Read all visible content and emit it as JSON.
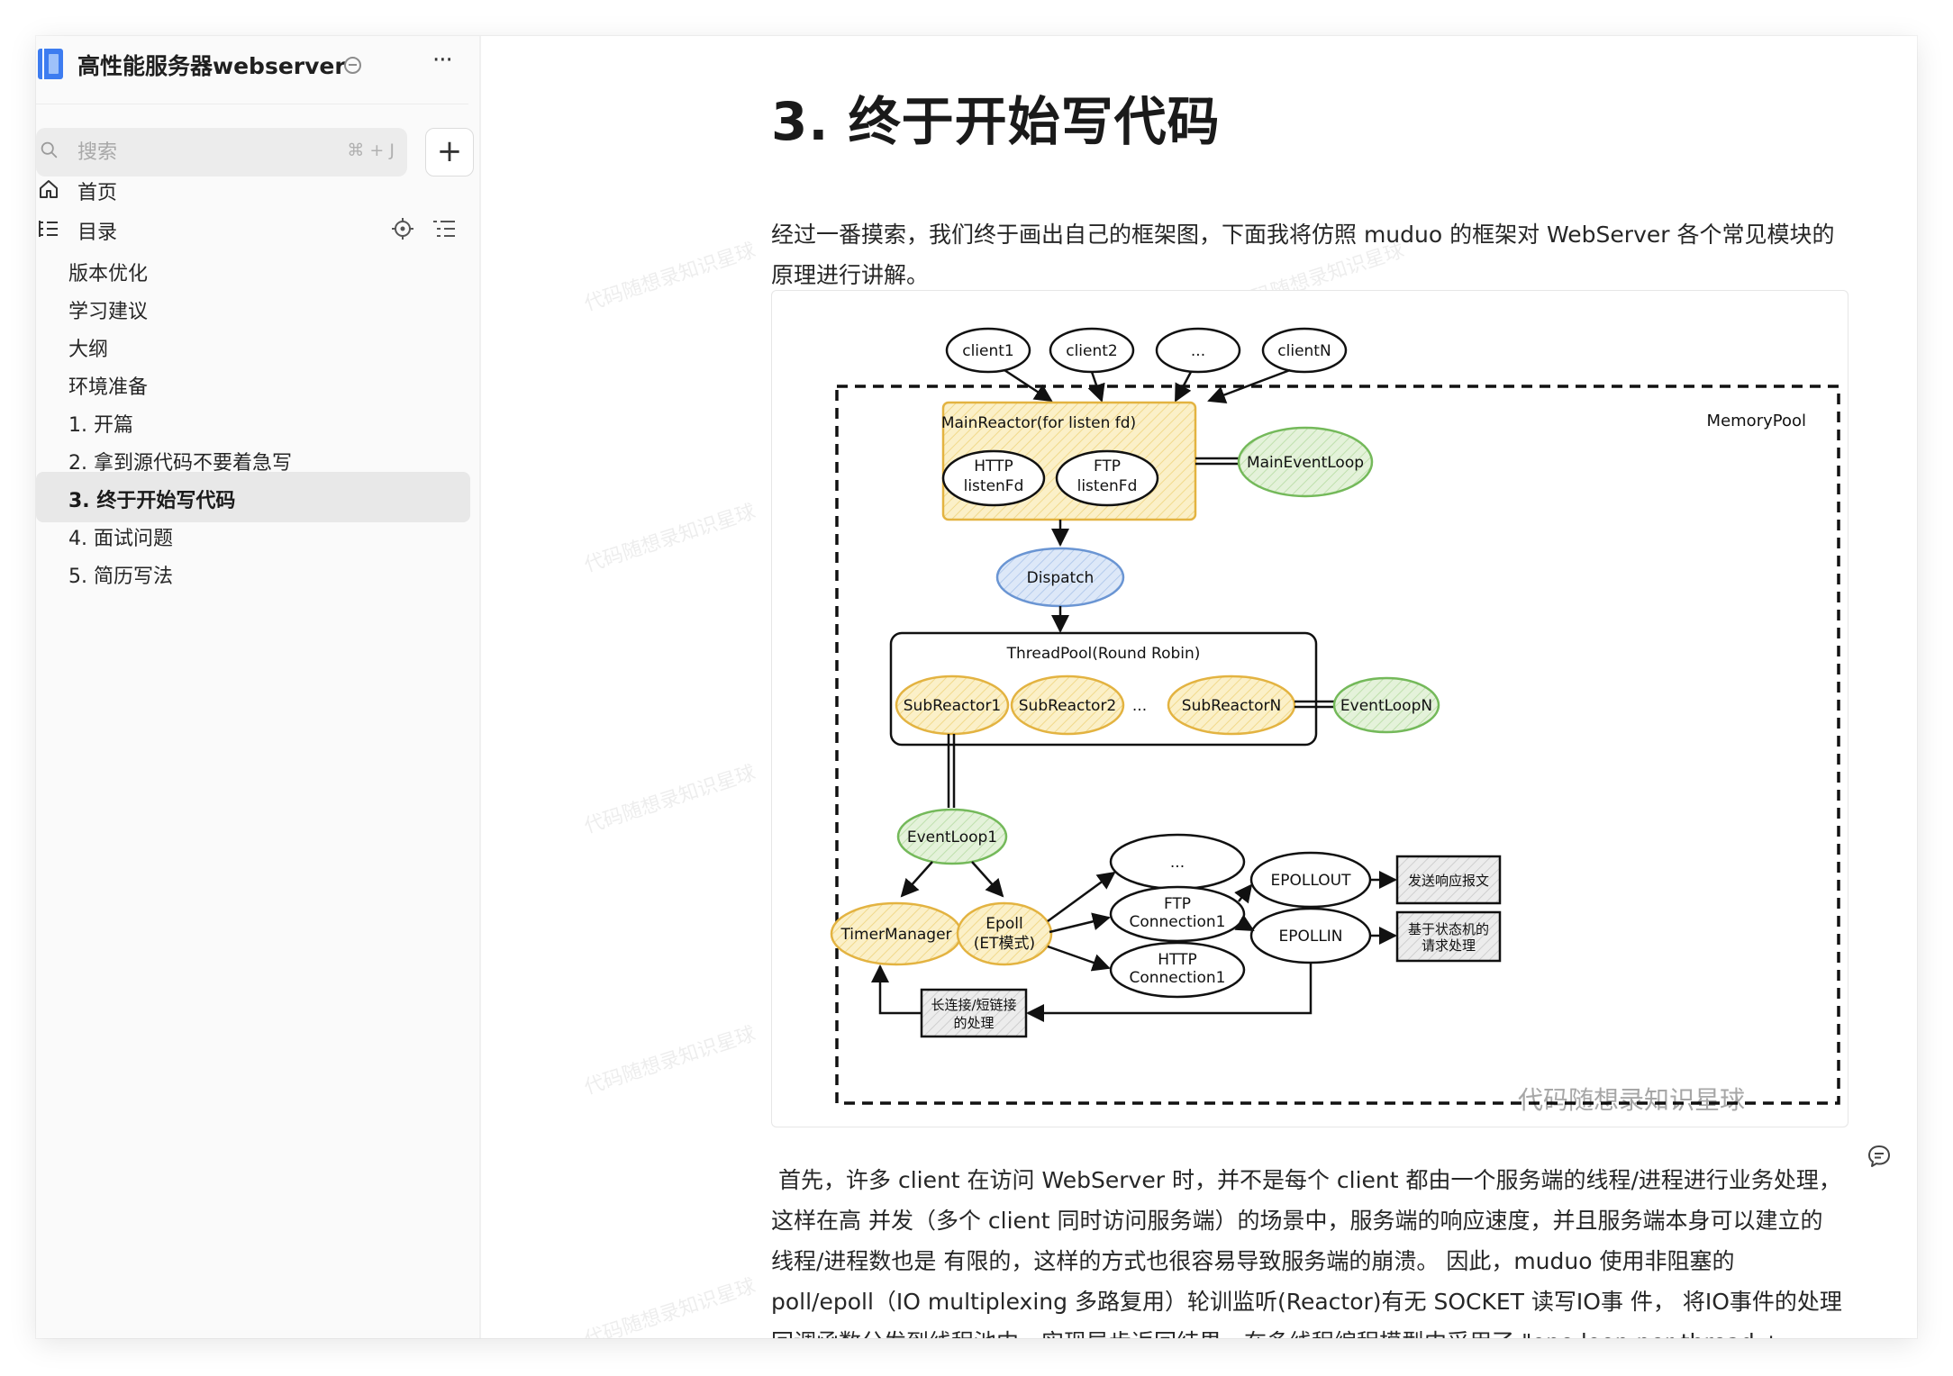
{
  "sidebar": {
    "book_title": "高性能服务器webserver",
    "more_label": "···",
    "search": {
      "placeholder": "搜索",
      "shortcut": "⌘ + J"
    },
    "add_label": "+",
    "home_label": "首页",
    "toc_label": "目录",
    "toc_items": [
      {
        "label": "版本优化"
      },
      {
        "label": "学习建议"
      },
      {
        "label": "大纲"
      },
      {
        "label": "环境准备"
      },
      {
        "label": "1. 开篇"
      },
      {
        "label": "2. 拿到源代码不要着急写"
      },
      {
        "label": "3. 终于开始写代码",
        "active": true
      },
      {
        "label": "4. 面试问题"
      },
      {
        "label": "5. 简历写法"
      }
    ]
  },
  "main": {
    "title": "3. 终于开始写代码",
    "intro": "经过一番摸索，我们终于画出自己的框架图，下面我将仿照 muduo 的框架对 WebServer 各个常见模块的原理进行讲解。",
    "body": "首先，许多 client 在访问 WebServer 时，并不是每个 client 都由一个服务端的线程/进程进行业务处理，这样在高 并发（多个 client 同时访问服务端）的场景中，服务端的响应速度，并且服务端本身可以建立的线程/进程数也是 有限的，这样的方式也很容易导致服务端的崩溃。 因此，muduo 使用非阻塞的 poll/epoll（IO multiplexing 多路复用）轮训监听(Reactor)有无 SOCKET 读写IO事 件， 将IO事件的处理回调函数分发到线程池中，实现异步返回结果。在多线程编程模型中采用了 \"one loop per thread +",
    "watermark": "代码随想录知识星球"
  },
  "diagram": {
    "clients": [
      "client1",
      "client2",
      "...",
      "clientN"
    ],
    "memory_pool": "MemoryPool",
    "main_reactor": "MainReactor(for listen fd)",
    "http_listen": [
      "HTTP",
      "listenFd"
    ],
    "ftp_listen": [
      "FTP",
      "listenFd"
    ],
    "main_event_loop": "MainEventLoop",
    "dispatch": "Dispatch",
    "thread_pool": "ThreadPool(Round Robin)",
    "sub_reactors": [
      "SubReactor1",
      "SubReactor2",
      "SubReactorN"
    ],
    "ellipsis": "...",
    "event_loop_n": "EventLoopN",
    "event_loop_1": "EventLoop1",
    "timer_manager": "TimerManager",
    "epoll": [
      "Epoll",
      "(ET模式)"
    ],
    "conn_more": "...",
    "ftp_conn": [
      "FTP",
      "Connection1"
    ],
    "http_conn": [
      "HTTP",
      "Connection1"
    ],
    "epollout": "EPOLLOUT",
    "epollin": "EPOLLIN",
    "send_response": "发送响应报文",
    "state_machine": [
      "基于状态机的",
      "请求处理"
    ],
    "long_short_conn": [
      "长连接/短链接",
      "的处理"
    ],
    "watermark_bottom": "代码随想录知识星球",
    "colors": {
      "yellow_stroke": "#e3b341",
      "yellow_fill": "#fbf0c8",
      "green_stroke": "#74b95a",
      "green_fill": "#dff0d4",
      "blue_stroke": "#6a95d3",
      "blue_fill": "#dbe7f7",
      "gray_fill": "#e6e6e6"
    }
  }
}
